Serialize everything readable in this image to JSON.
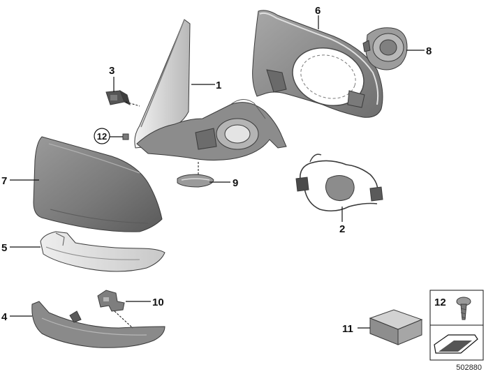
{
  "callouts": {
    "p1": "1",
    "p2": "2",
    "p3": "3",
    "p4": "4",
    "p5": "5",
    "p6": "6",
    "p7": "7",
    "p8": "8",
    "p9": "9",
    "p10": "10",
    "p11": "11",
    "p12_circled": "12",
    "p12_box": "12"
  },
  "document_number": "502880",
  "colors": {
    "part_fill": "#8a8a8a",
    "part_light": "#c4c4c4",
    "part_dark": "#4a4a4a",
    "glass": "#e8e8e8",
    "label": "#111111"
  }
}
